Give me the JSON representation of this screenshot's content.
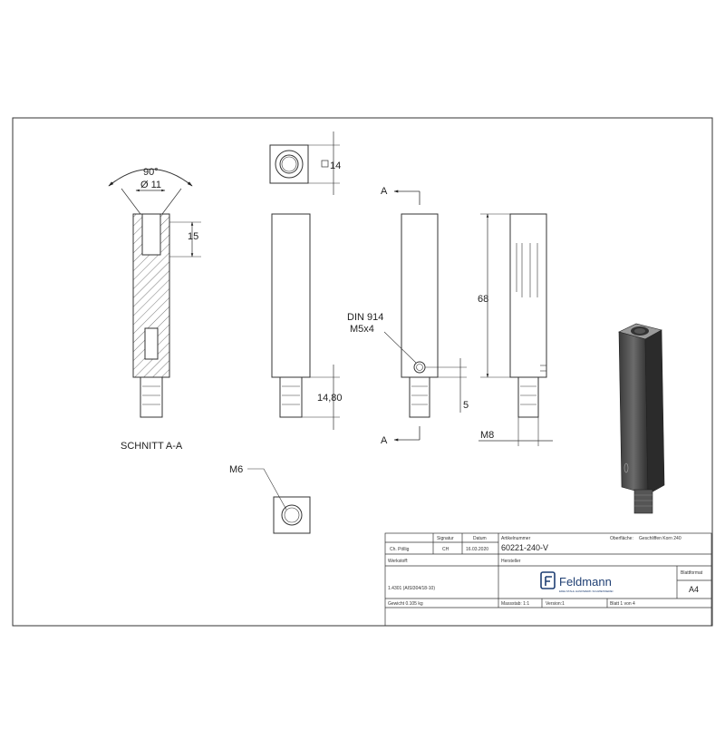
{
  "section_view": {
    "angle": "90°",
    "bore_dia": "Ø 11",
    "counterbore_depth": "15",
    "caption": "SCHNITT A-A"
  },
  "top_view": {
    "square": "14"
  },
  "front_view": {
    "thread_len": "14,80"
  },
  "side_view": {
    "section_letter_top": "A",
    "section_letter_bottom": "A",
    "screw_std": "DIN 914",
    "screw_size": "M5x4",
    "screw_offset": "5"
  },
  "right_view": {
    "length": "68",
    "thread": "M8"
  },
  "bottom_view": {
    "thread": "M6"
  },
  "title_block": {
    "hdr_drawn": "",
    "hdr_signature": "Signatur",
    "hdr_date": "Datum",
    "drawn_by": "Ch. Pöllig",
    "signature": "CH",
    "date": "16.03.2020",
    "material_label": "Werkstoff:",
    "material": "1.4301 (AISI304/18-10)",
    "weight": "Gewicht 0.105 kg",
    "article_label": "Artikelnummer",
    "article_no": "60221-240-V",
    "surface_label": "Oberfläche:",
    "surface_value": "Geschliffen Korn 240",
    "maker_label": "Hersteller",
    "company": "Feldmann",
    "company_tag": "EDELSTAHL HANDWERK·SCHWEISSEREI",
    "format_label": "Blattformat",
    "format": "A4",
    "scale": "Massstab: 1:1",
    "version": "Version:1",
    "sheet": "Blatt 1 von 4"
  }
}
